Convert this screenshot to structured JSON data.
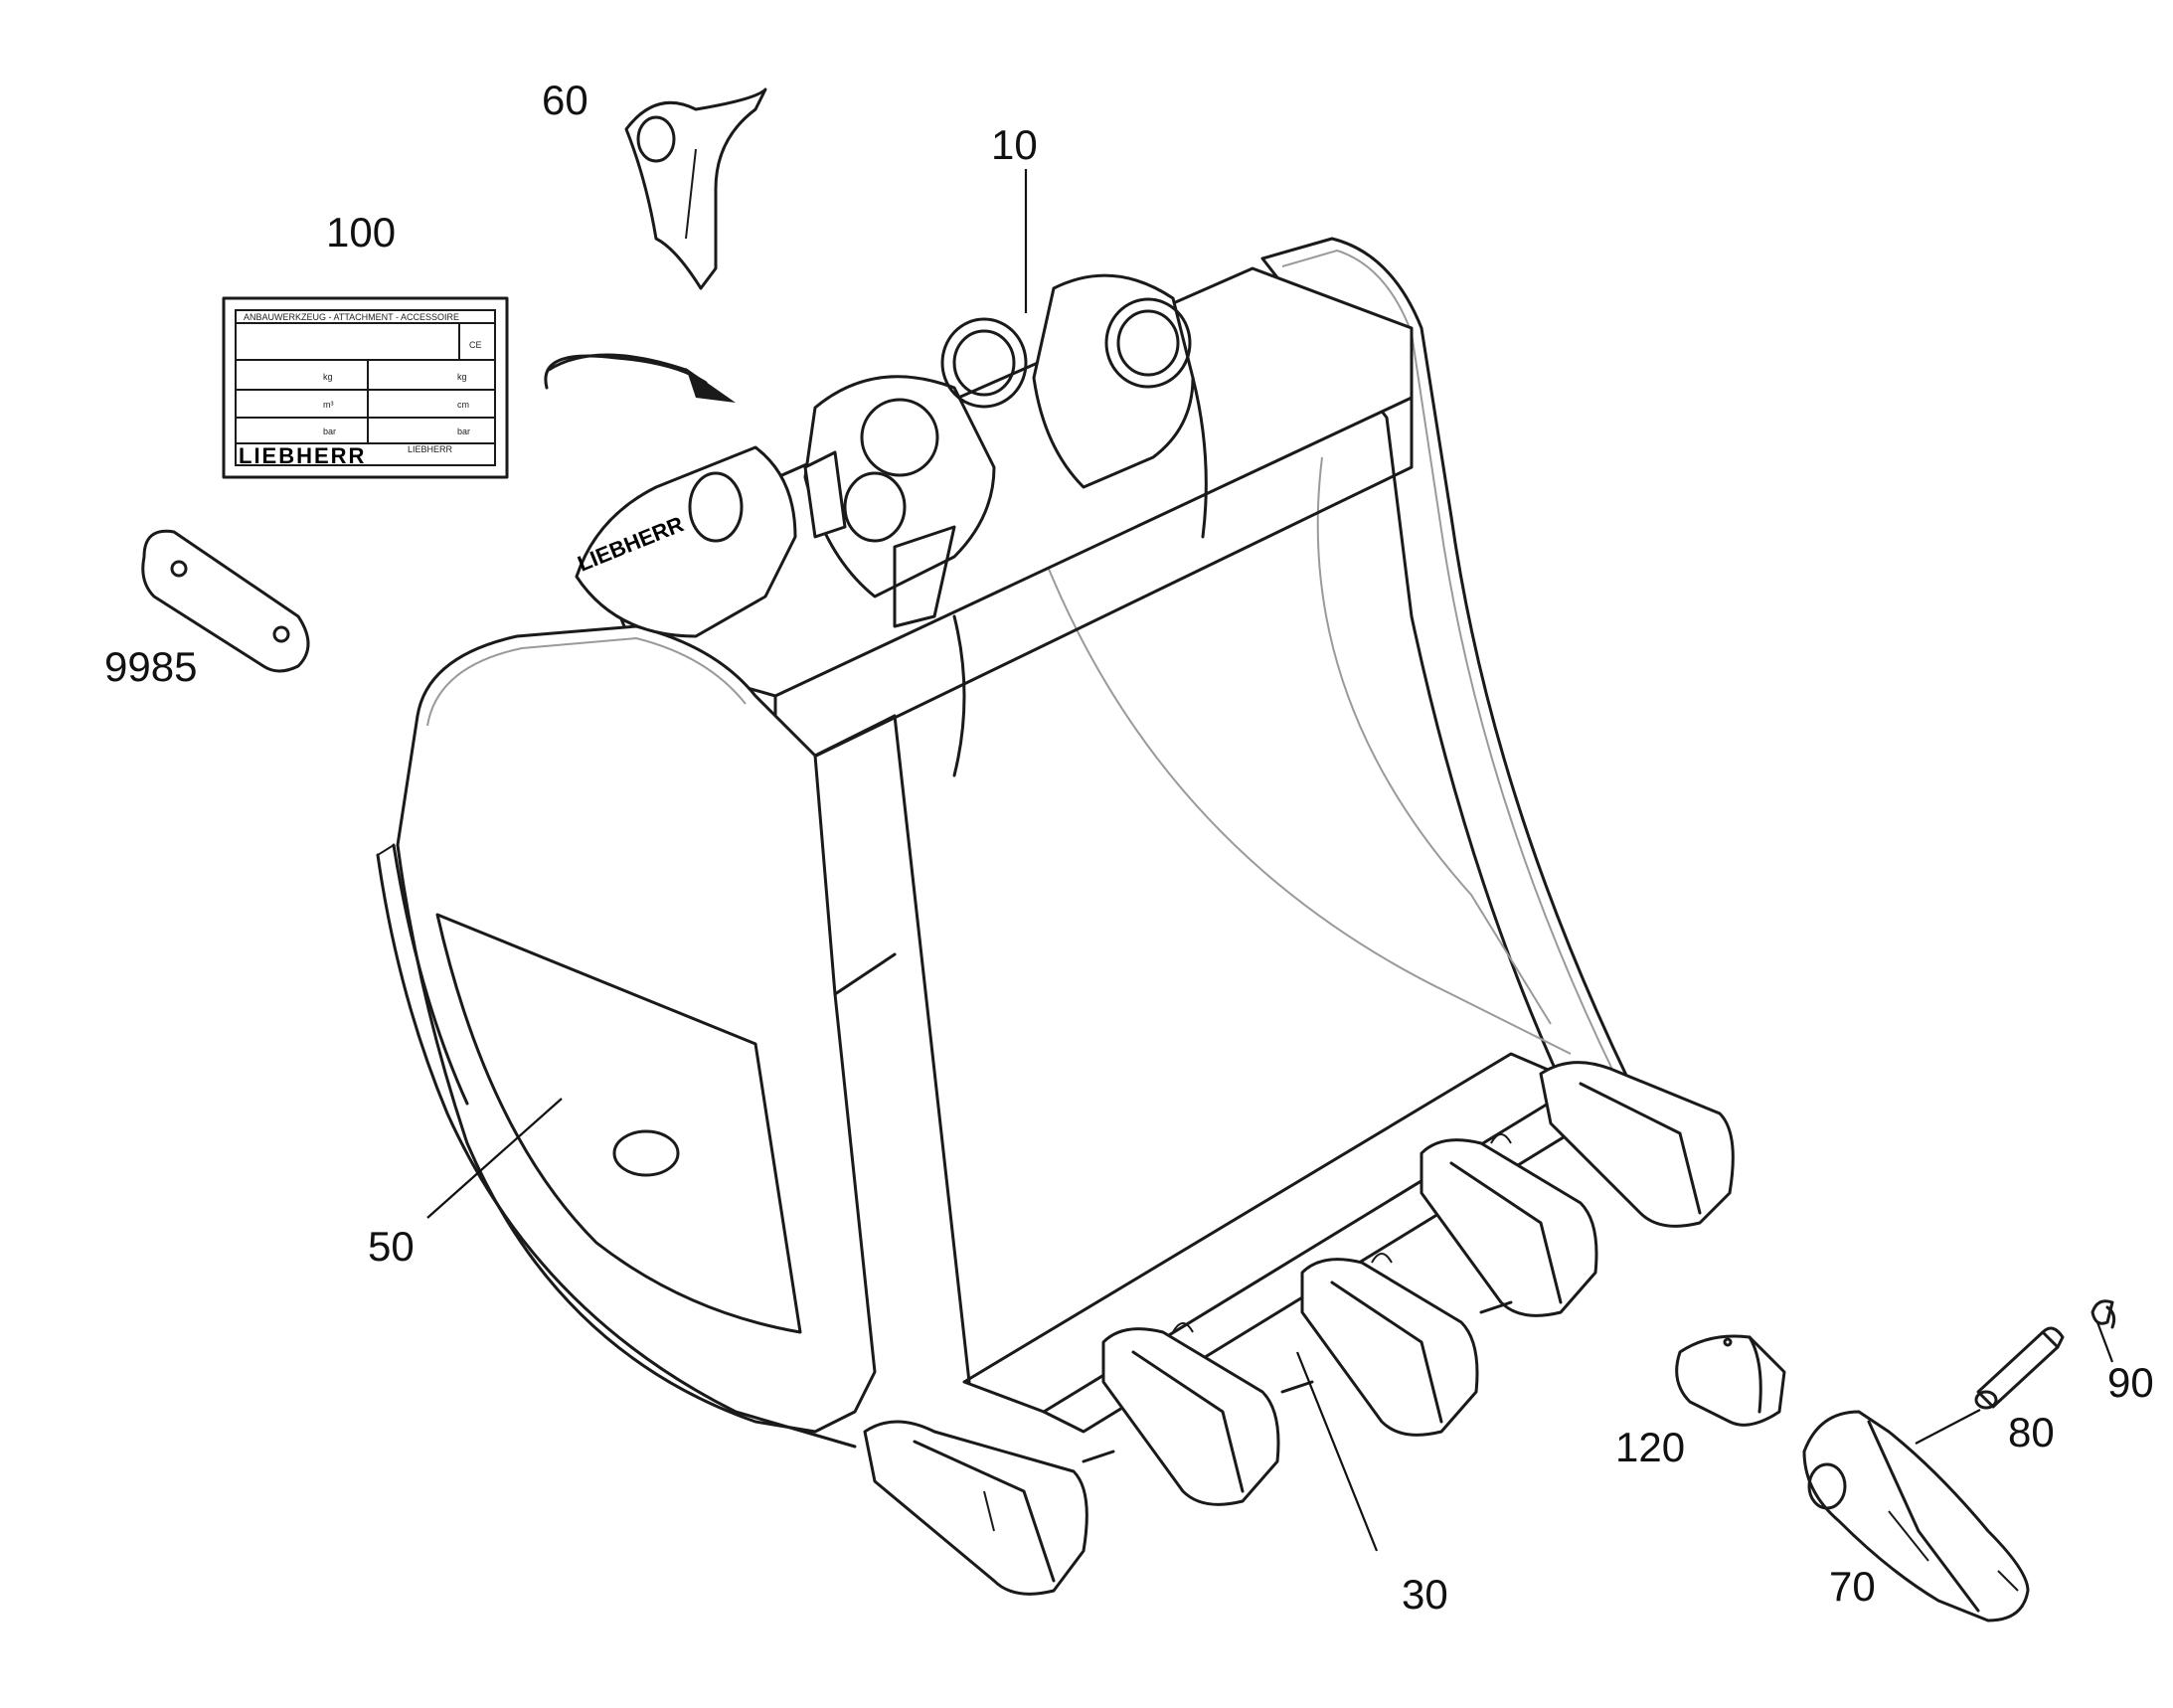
{
  "callouts": [
    {
      "id": "10",
      "label": "10"
    },
    {
      "id": "30",
      "label": "30"
    },
    {
      "id": "50",
      "label": "50"
    },
    {
      "id": "60",
      "label": "60"
    },
    {
      "id": "70",
      "label": "70"
    },
    {
      "id": "80",
      "label": "80"
    },
    {
      "id": "90",
      "label": "90"
    },
    {
      "id": "100",
      "label": "100"
    },
    {
      "id": "120",
      "label": "120"
    },
    {
      "id": "9985",
      "label": "9985"
    }
  ],
  "type_plate": {
    "header": "ANBAUWERKZEUG - ATTACHMENT - ACCESSOIRE",
    "ce_mark": "CE",
    "rows": [
      {
        "left_unit": "kg",
        "right_unit": "kg"
      },
      {
        "left_unit": "m³",
        "right_unit": "cm"
      },
      {
        "left_unit": "bar",
        "right_unit": "bar"
      }
    ],
    "brand": "LIEBHERR",
    "brand_sub": "LIEBHERR"
  },
  "bucket_logo": "LIEBHERR",
  "icons": [
    "arrow-curved",
    "bucket",
    "tooth",
    "adapter",
    "pin",
    "retainer-clip",
    "wear-cap",
    "type-plate",
    "shim-plate",
    "lifting-eye"
  ]
}
